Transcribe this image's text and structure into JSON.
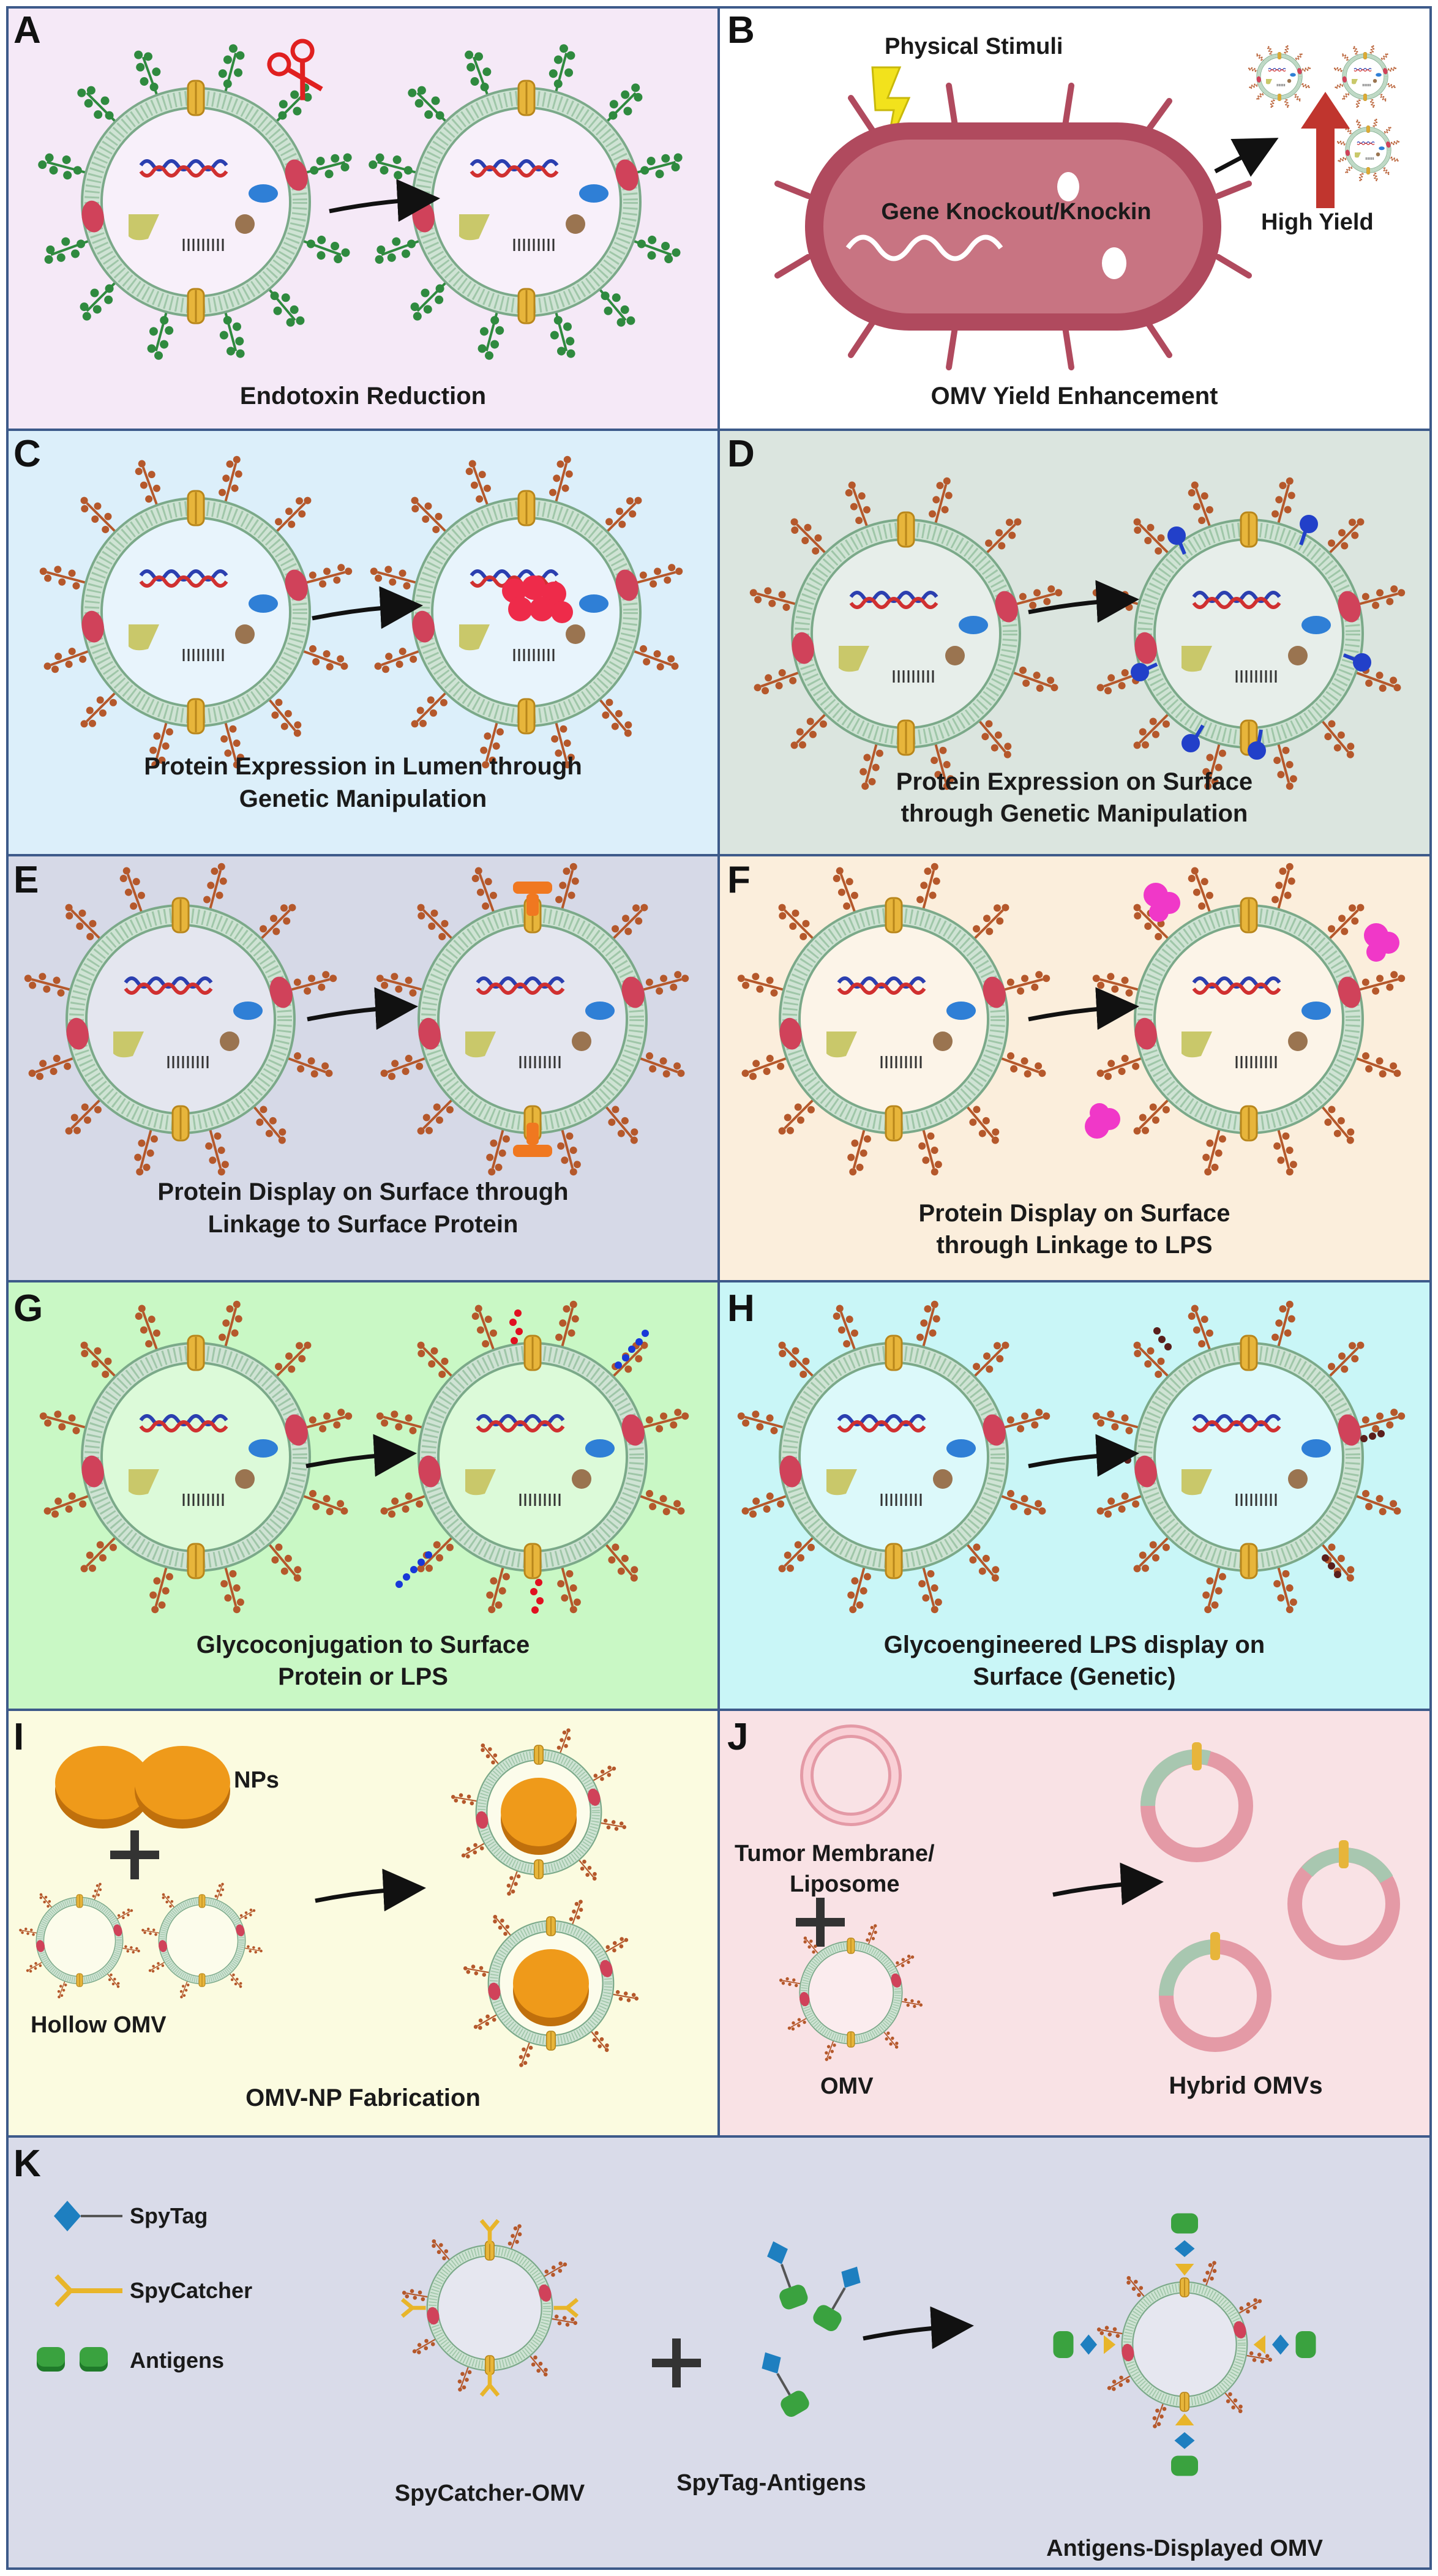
{
  "colors": {
    "a": "#f5e9f7",
    "b": "#ffffff",
    "c": "#dceffa",
    "d": "#dbe5df",
    "e": "#d6d9e7",
    "f": "#fbeedc",
    "g": "#c9f8c5",
    "h": "#c9f6f7",
    "i": "#fbfbe0",
    "j": "#f9e2e5",
    "k": "#d9dbe9",
    "border": "#3d5a8a",
    "membrane": "#cfe3d4",
    "membrane_line": "#7ba989",
    "lps_green": "#2f8a3f",
    "lps_brown": "#b5582b",
    "porin": "#e7b53b",
    "omp": "#d0425a",
    "arrow": "#111111"
  },
  "panels": {
    "a": {
      "letter": "A",
      "caption": "Endotoxin Reduction"
    },
    "b": {
      "letter": "B",
      "caption": "OMV Yield Enhancement",
      "stimuli": "Physical Stimuli",
      "gene": "Gene Knockout/Knockin",
      "yield": "High Yield"
    },
    "c": {
      "letter": "C",
      "caption1": "Protein Expression in Lumen through",
      "caption2": "Genetic Manipulation"
    },
    "d": {
      "letter": "D",
      "caption1": "Protein Expression on Surface",
      "caption2": "through Genetic Manipulation"
    },
    "e": {
      "letter": "E",
      "caption1": "Protein Display on Surface through",
      "caption2": "Linkage to Surface Protein"
    },
    "f": {
      "letter": "F",
      "caption1": "Protein Display on Surface",
      "caption2": "through Linkage to LPS"
    },
    "g": {
      "letter": "G",
      "caption1": "Glycoconjugation to Surface",
      "caption2": "Protein or LPS"
    },
    "h": {
      "letter": "H",
      "caption1": "Glycoengineered LPS display on",
      "caption2": "Surface (Genetic)"
    },
    "i": {
      "letter": "I",
      "caption": "OMV-NP Fabrication",
      "nps": "NPs",
      "hollow": "Hollow OMV"
    },
    "j": {
      "letter": "J",
      "tumor1": "Tumor Membrane/",
      "tumor2": "Liposome",
      "omv": "OMV",
      "hybrid": "Hybrid OMVs"
    },
    "k": {
      "letter": "K",
      "spytag": "SpyTag",
      "spycatcher": "SpyCatcher",
      "antigens": "Antigens",
      "sc_omv": "SpyCatcher-OMV",
      "st_antigens": "SpyTag-Antigens",
      "displayed": "Antigens-Displayed OMV"
    }
  }
}
